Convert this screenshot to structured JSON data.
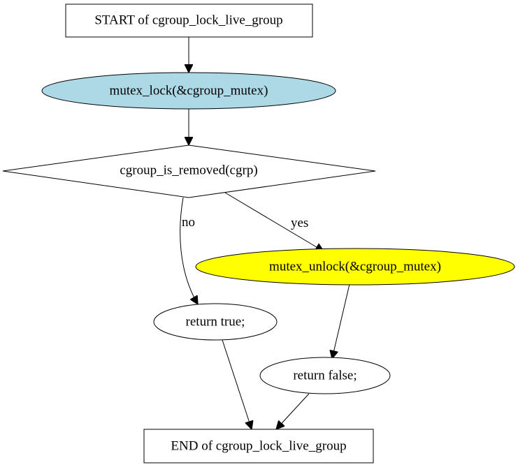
{
  "nodes": {
    "start": {
      "label": "START of cgroup_lock_live_group",
      "fill": "#ffffff"
    },
    "mutex_lock": {
      "label": "mutex_lock(&cgroup_mutex)",
      "fill": "#add8e6"
    },
    "is_removed": {
      "label": "cgroup_is_removed(cgrp)",
      "fill": "#ffffff"
    },
    "mutex_unlock": {
      "label": "mutex_unlock(&cgroup_mutex)",
      "fill": "#ffff00"
    },
    "return_true": {
      "label": "return true;",
      "fill": "#ffffff"
    },
    "return_false": {
      "label": "return false;",
      "fill": "#ffffff"
    },
    "end": {
      "label": "END of cgroup_lock_live_group",
      "fill": "#ffffff"
    }
  },
  "edges": {
    "no_label": "no",
    "yes_label": "yes"
  }
}
